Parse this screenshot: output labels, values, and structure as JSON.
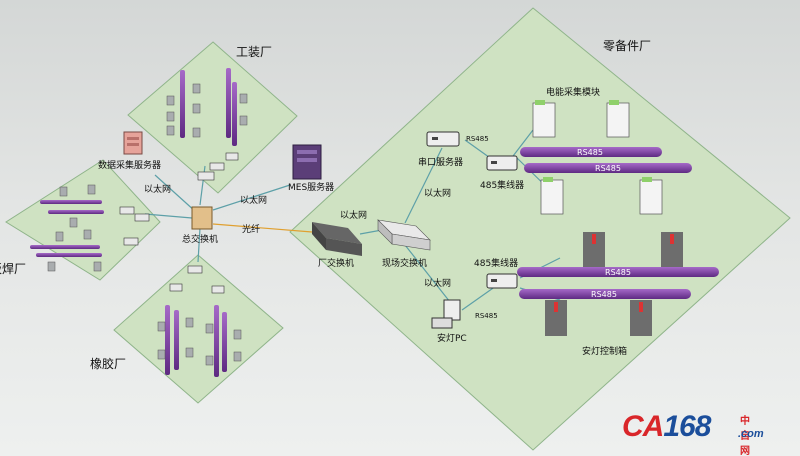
{
  "zones": {
    "tooling": "工装厂",
    "spare_parts": "零备件厂",
    "welding": "板焊厂",
    "rubber": "橡胶厂"
  },
  "devices": {
    "data_server": "数据采集服务器",
    "mes_server": "MES服务器",
    "core_switch": "总交换机",
    "factory_switch": "厂交换机",
    "site_switch": "现场交换机",
    "serial_server": "串口服务器",
    "hub_485_top": "485集线器",
    "hub_485_bottom": "485集线器",
    "andon_pc": "安灯PC",
    "energy_module": "电能采集模块",
    "andon_box": "安灯控制箱"
  },
  "links": {
    "eth_1": "以太网",
    "eth_2": "以太网",
    "eth_3": "以太网",
    "eth_4": "以太网",
    "eth_5": "以太网",
    "fiber": "光纤",
    "rs485_serial": "RS485",
    "rs485_pc": "RS485"
  },
  "buses": [
    "RS485",
    "RS485",
    "RS485",
    "RS485"
  ],
  "watermark": {
    "ca": "CA",
    "num": "168",
    "zw": "中自网",
    "com": ".com"
  },
  "colors": {
    "zone_fill": "#cfe2c2",
    "bus": "#7b3fa0",
    "link": "#5da0a8",
    "logo_red": "#d9262a",
    "logo_blue": "#1b4e9b"
  }
}
